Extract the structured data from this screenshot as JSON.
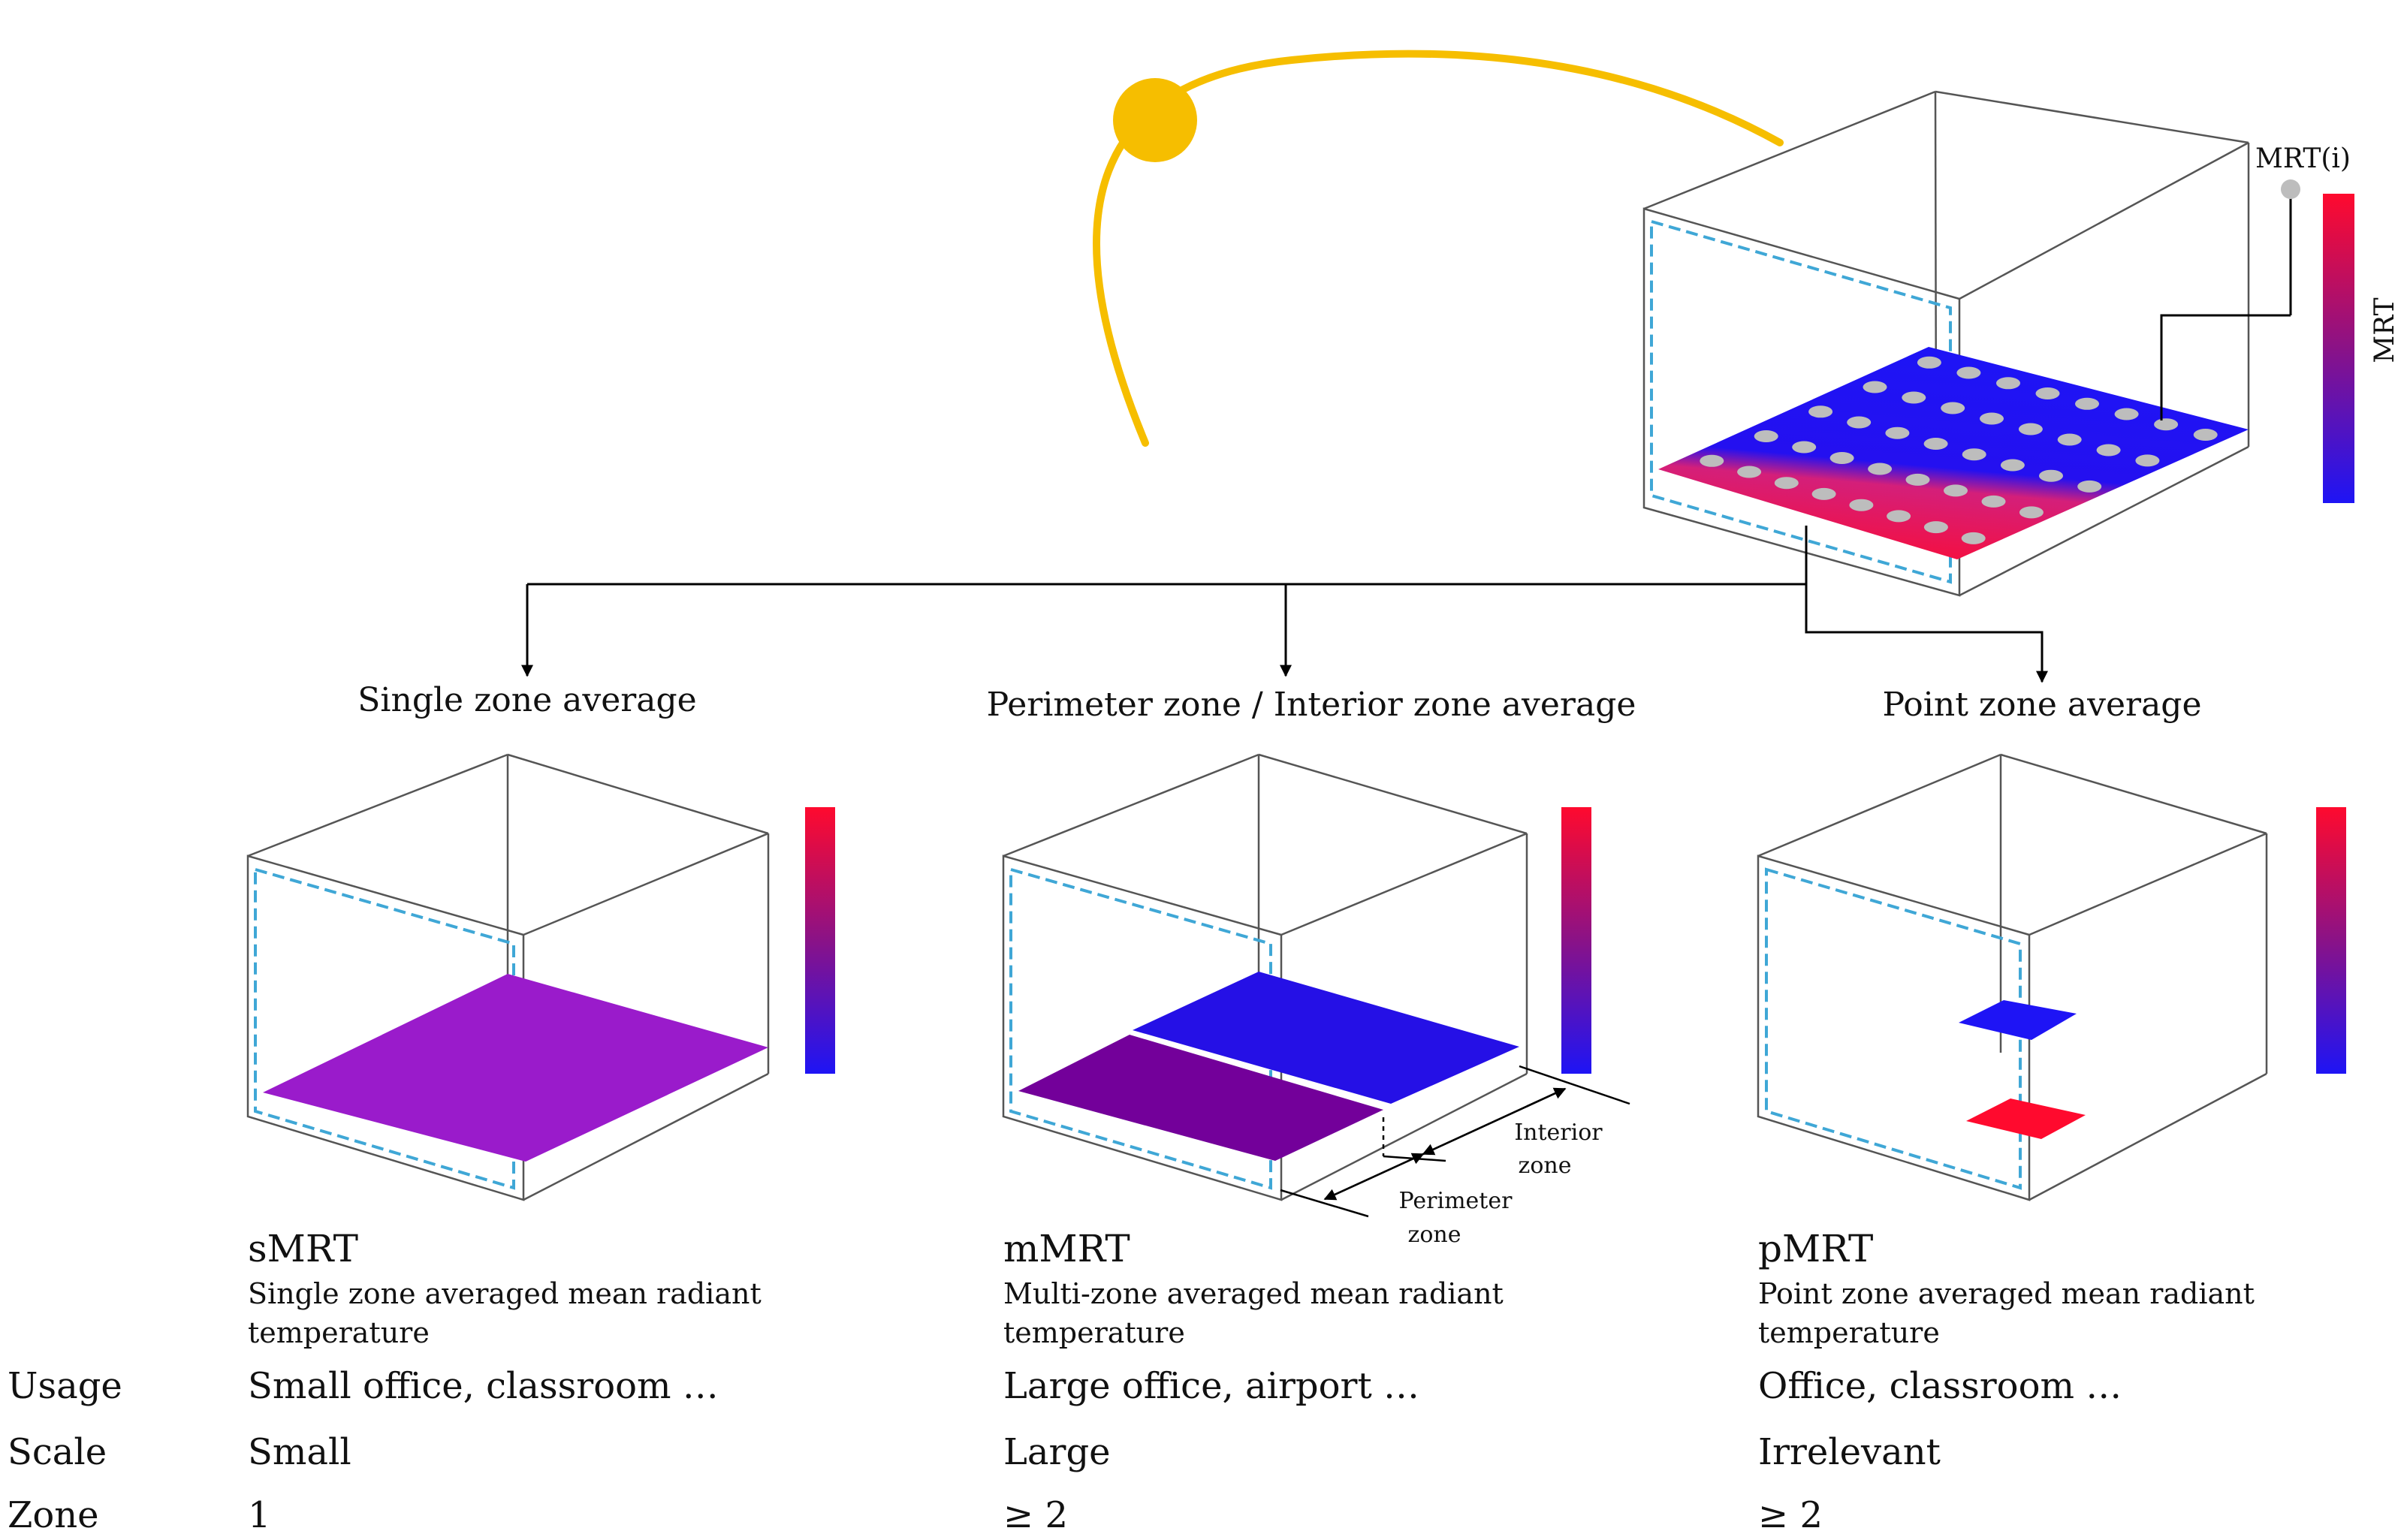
{
  "colors": {
    "sun": "#F6BE00",
    "box_edge": "#555555",
    "window": "#3FA7D6",
    "hot": "#FF0A2E",
    "cold": "#1E14F5",
    "single_avg": "#9A1BCB",
    "perimeter_avg": "#73009A",
    "interior_avg": "#2510E6",
    "sensor_point": "#BDBDBD",
    "connector": "#000000"
  },
  "top": {
    "sensor_label": "MRT(i)",
    "colorbar_label": "MRT"
  },
  "methods": [
    {
      "heading": "Single zone average",
      "abbr": "sMRT",
      "desc_line1": "Single zone averaged mean radiant",
      "desc_line2": "temperature",
      "usage": "Small office, classroom …",
      "scale": "Small",
      "zone": "1"
    },
    {
      "heading": "Perimeter zone / Interior zone average",
      "abbr": "mMRT",
      "desc_line1": "Multi-zone averaged mean radiant",
      "desc_line2": "temperature",
      "usage": "Large office, airport …",
      "scale": "Large",
      "zone": "≥ 2",
      "interior_label_1": "Interior",
      "interior_label_2": "zone",
      "perimeter_label_1": "Perimeter",
      "perimeter_label_2": "zone"
    },
    {
      "heading": "Point zone average",
      "abbr": "pMRT",
      "desc_line1": "Point zone averaged mean radiant",
      "desc_line2": "temperature",
      "usage": "Office, classroom …",
      "scale": "Irrelevant",
      "zone": "≥ 2"
    }
  ],
  "rows": {
    "usage": "Usage",
    "scale": "Scale",
    "zone": "Zone"
  }
}
